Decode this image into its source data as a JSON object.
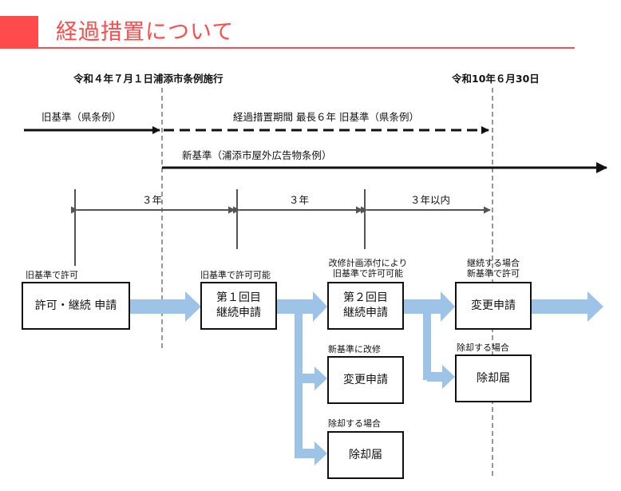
{
  "title": "経過措置について",
  "timeline": {
    "start_date": "令和４年７月１日浦添市条例施行",
    "end_date": "令和10年６月30日",
    "old_standard": "旧基準（県条例）",
    "transition": "経過措置期間  最長６年  旧基準（県条例）",
    "new_standard": "新基準（浦添市屋外広告物条例）"
  },
  "intervals": {
    "first": "３年",
    "second": "３年",
    "third": "３年以内"
  },
  "stage1": {
    "caption": "旧基準で許可",
    "box": "許可・継続  申請"
  },
  "stage2": {
    "caption": "旧基準で許可可能",
    "box_line1": "第１回目",
    "box_line2": "継続申請"
  },
  "stage3": {
    "caption_line1": "改修計画添付により",
    "caption_line2": "旧基準で許可可能",
    "box_line1": "第２回目",
    "box_line2": "継続申請",
    "renovate_caption": "新基準に改修",
    "renovate_box": "変更申請",
    "remove_caption": "除却する場合",
    "remove_box": "除却届"
  },
  "stage4": {
    "caption_line1": "継続する場合",
    "caption_line2": "新基準で許可",
    "box": "変更申請",
    "remove_caption": "除却する場合",
    "remove_box": "除却届"
  },
  "colors": {
    "accent": "#ff4b4b",
    "flow_arrow": "#9dc3e6",
    "line": "#111111",
    "timeline_gray": "#555555",
    "dashed_guide": "#777777"
  }
}
